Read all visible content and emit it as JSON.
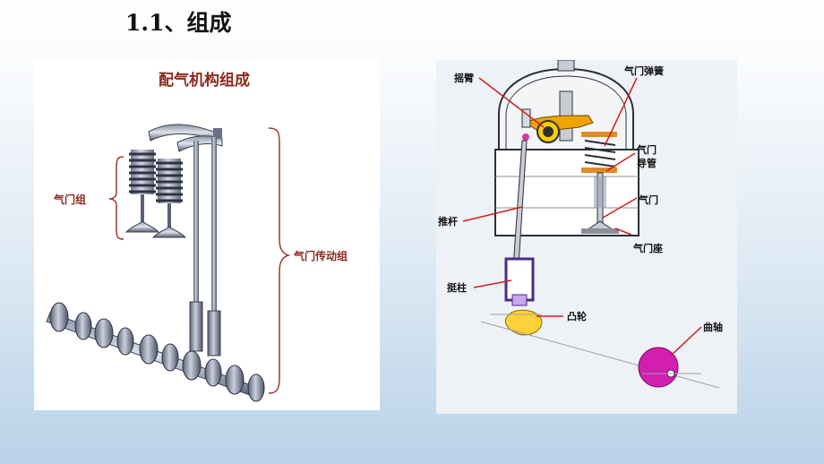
{
  "slide": {
    "title": "1.1、组成"
  },
  "left_figure": {
    "heading": "配气机构组成",
    "label_valve_group": "气门组",
    "label_drive_group": "气门传动组"
  },
  "right_figure": {
    "labels": {
      "rocker_arm": "摇臂",
      "valve_spring": "气门弹簧",
      "valve_guide_line1": "气门",
      "valve_guide_line2": "导管",
      "valve": "气门",
      "push_rod": "推杆",
      "valve_seat": "气门座",
      "tappet": "挺柱",
      "cam": "凸轮",
      "crankshaft": "曲轴"
    }
  }
}
